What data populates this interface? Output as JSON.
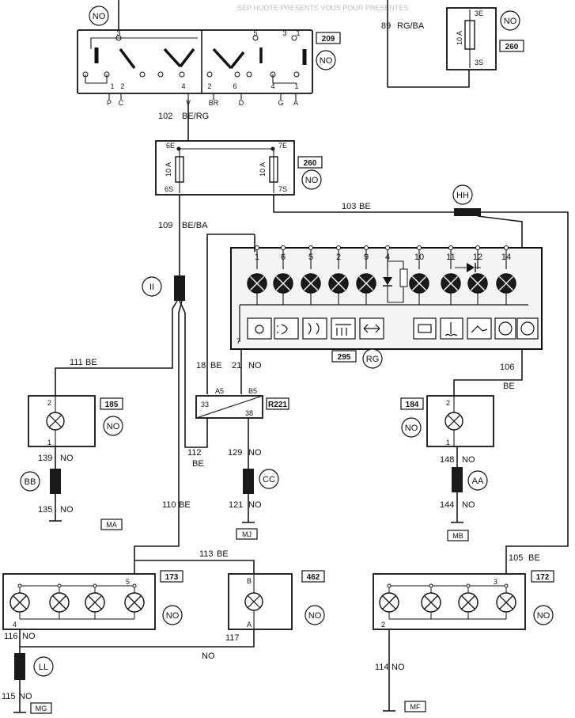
{
  "header_text": "SEP HUOTE PRESENTS VOUS POUR PRESENTES",
  "modules": {
    "switch_209": {
      "ref": "209",
      "tag": "NO",
      "top_tag": "NO",
      "top_pins": [
        "3",
        "5",
        "3",
        "1"
      ],
      "bottom_pins": [
        "1",
        "2",
        "4",
        "2",
        "6",
        "4",
        "1"
      ],
      "bottom_letters": [
        "P",
        "C",
        "V",
        "BR",
        "D",
        "G",
        "A"
      ]
    },
    "fuse_260_top": {
      "ref": "260",
      "tag": "NO",
      "current": "10 A",
      "pin_in": "3E",
      "pin_out": "3S"
    },
    "fuse_260_mid": {
      "ref": "260",
      "tag": "NO",
      "left_current": "10 A",
      "right_current": "10 A",
      "pins": [
        "6E",
        "7E",
        "6S",
        "7S"
      ]
    },
    "cluster_295": {
      "ref": "295",
      "tag": "RG",
      "pins": [
        "1",
        "6",
        "5",
        "2",
        "9",
        "4",
        "10",
        "11",
        "12",
        "14"
      ],
      "pin7": "7"
    },
    "relay_r221": {
      "ref": "R221",
      "pins": [
        "A5",
        "B5",
        "33",
        "38"
      ]
    },
    "lamp_185": {
      "ref": "185",
      "tag": "NO",
      "pin_top": "2",
      "pin_bottom": "1"
    },
    "lamp_184": {
      "ref": "184",
      "tag": "NO",
      "pin_top": "2",
      "pin_bottom": "1"
    },
    "lamp_173": {
      "ref": "173",
      "tag": "NO",
      "pin_left": "4",
      "pin_right": "5"
    },
    "lamp_462": {
      "ref": "462",
      "tag": "NO",
      "pin_top": "B",
      "pin_bottom": "A"
    },
    "lamp_172": {
      "ref": "172",
      "tag": "NO",
      "pin_left": "2",
      "pin_right": "3"
    }
  },
  "connectors": [
    "HH",
    "II",
    "BB",
    "CC",
    "AA",
    "LL"
  ],
  "grounds": [
    "MA",
    "MJ",
    "MB",
    "MG",
    "MF"
  ],
  "wires": {
    "w89": "89",
    "w89c": "RG/BA",
    "w102": "102",
    "w102c": "BE/RG",
    "w103": "103",
    "w103c": "BE",
    "w109": "109",
    "w109c": "BE/BA",
    "w111": "111",
    "w111c": "BE",
    "w18": "18",
    "w18c": "BE",
    "w21": "21",
    "w21c": "NO",
    "w106": "106",
    "w106c": "BE",
    "w139": "139",
    "w139c": "NO",
    "w135": "135",
    "w135c": "NO",
    "w112": "112",
    "w112c": "BE",
    "w129": "129",
    "w129c": "NO",
    "w121": "121",
    "w121c": "NO",
    "w148": "148",
    "w148c": "NO",
    "w144": "144",
    "w144c": "NO",
    "w110": "110",
    "w110c": "BE",
    "w113": "113",
    "w113c": "BE",
    "w105": "105",
    "w105c": "BE",
    "w116": "116",
    "w116c": "NO",
    "w117": "117",
    "w117c": "NO",
    "w115": "115",
    "w115c": "NO",
    "w114": "114",
    "w114c": "NO"
  }
}
